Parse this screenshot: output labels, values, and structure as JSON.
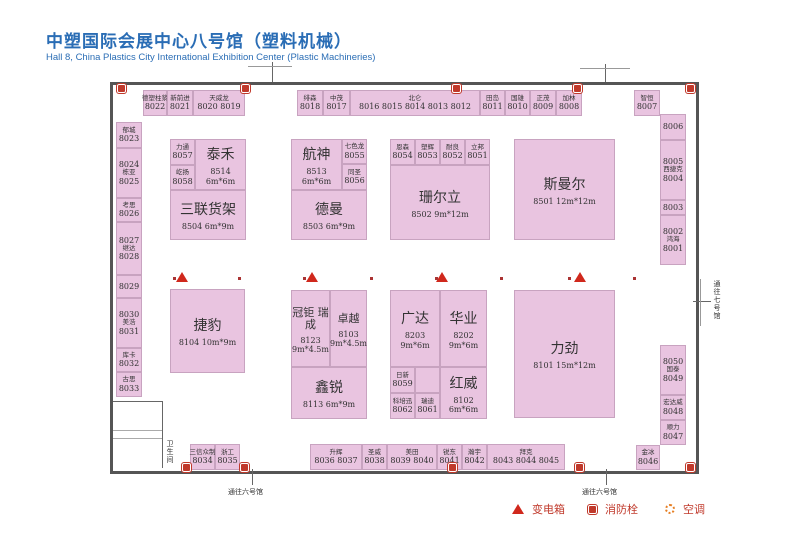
{
  "header": {
    "title": "中塑国际会展中心八号馆（塑料机械）",
    "subtitle": "Hall 8, China Plastics City International Exhibition Center (Plastic Machineries)"
  },
  "booths": [
    {
      "lines": [
        "德塑柱浆",
        "8022"
      ]
    },
    {
      "lines": [
        "新前进",
        "8021"
      ]
    },
    {
      "lines": [
        "天威龙",
        "8020 8019"
      ]
    },
    {
      "lines": [
        "绯森",
        "8018"
      ]
    },
    {
      "lines": [
        "中茂",
        "8017"
      ]
    },
    {
      "lines": [
        "北仑",
        "8016 8015 8014 8013 8012"
      ]
    },
    {
      "lines": [
        "田岛",
        "8011"
      ]
    },
    {
      "lines": [
        "国雄",
        "8010"
      ]
    },
    {
      "lines": [
        "正茂",
        "8009"
      ]
    },
    {
      "lines": [
        "加林",
        "8008"
      ]
    },
    {
      "lines": [
        "智恒",
        "8007"
      ]
    },
    {
      "lines": [
        "8006"
      ]
    },
    {
      "lines": [
        "8005",
        "西捷克",
        "8004"
      ]
    },
    {
      "lines": [
        "8003"
      ]
    },
    {
      "lines": [
        "8002",
        "鸿海",
        "8001"
      ]
    },
    {
      "lines": [
        "郁城",
        "8023"
      ]
    },
    {
      "lines": [
        "8024",
        "栋亚",
        "8025"
      ]
    },
    {
      "lines": [
        "考思",
        "8026"
      ]
    },
    {
      "lines": [
        "8027",
        "继达",
        "8028"
      ]
    },
    {
      "lines": [
        "8029"
      ]
    },
    {
      "lines": [
        "8030",
        "美浩",
        "8031"
      ]
    },
    {
      "lines": [
        "库卡",
        "8032"
      ]
    },
    {
      "lines": [
        "古思",
        "8033"
      ]
    },
    {
      "lines": [
        "力通",
        "8057"
      ]
    },
    {
      "lines": [
        "屹扬",
        "8058"
      ]
    },
    {
      "title": "泰禾",
      "lines": [
        "8514",
        "6m*6m"
      ]
    },
    {
      "title": "三联货架",
      "lines": [
        "8504  6m*9m"
      ]
    },
    {
      "title": "航神",
      "lines": [
        "8513",
        "6m*6m"
      ]
    },
    {
      "lines": [
        "七色龙",
        "8055"
      ]
    },
    {
      "lines": [
        "同圣",
        "8056"
      ]
    },
    {
      "title": "德曼",
      "lines": [
        "8503  6m*9m"
      ]
    },
    {
      "lines": [
        "恩森",
        "8054"
      ]
    },
    {
      "lines": [
        "塑辉",
        "8053"
      ]
    },
    {
      "lines": [
        "耐良",
        "8052"
      ]
    },
    {
      "lines": [
        "立邦",
        "8051"
      ]
    },
    {
      "title": "珊尔立",
      "lines": [
        "8502 9m*12m"
      ]
    },
    {
      "title": "斯曼尔",
      "lines": [
        "8501  12m*12m"
      ]
    },
    {
      "title": "捷豹",
      "lines": [
        "8104  10m*9m"
      ]
    },
    {
      "title": "冠钜 瑞成",
      "lines": [
        "8123",
        "9m*4.5m"
      ]
    },
    {
      "title": "卓越",
      "lines": [
        "8103",
        "9m*4.5m"
      ]
    },
    {
      "title": "鑫锐",
      "lines": [
        "8113  6m*9m"
      ]
    },
    {
      "title": "广达",
      "lines": [
        "8203",
        "9m*6m"
      ]
    },
    {
      "title": "华业",
      "lines": [
        "8202",
        "9m*6m"
      ]
    },
    {
      "lines": [
        "日新",
        "8059"
      ]
    },
    {
      "lines": [
        ""
      ]
    },
    {
      "title": "红威",
      "lines": [
        "8102",
        "6m*6m"
      ]
    },
    {
      "lines": [
        "科培迅",
        "8062"
      ]
    },
    {
      "lines": [
        "瑞迪",
        "8061"
      ]
    },
    {
      "title": "力劲",
      "lines": [
        "8101  15m*12m"
      ]
    },
    {
      "lines": [
        "8050",
        "国泰",
        "8049"
      ]
    },
    {
      "lines": [
        "宏达威",
        "8048"
      ]
    },
    {
      "lines": [
        "顺力",
        "8047"
      ]
    },
    {
      "lines": [
        "金冰",
        "8046"
      ]
    },
    {
      "lines": [
        "三信众制",
        "8034"
      ]
    },
    {
      "lines": [
        "浙工",
        "8035"
      ]
    },
    {
      "lines": [
        "升辉",
        "8036 8037"
      ]
    },
    {
      "lines": [
        "圣威",
        "8038"
      ]
    },
    {
      "lines": [
        "美田",
        "8039 8040"
      ]
    },
    {
      "lines": [
        "锐东",
        "8041"
      ]
    },
    {
      "lines": [
        "瀚宇",
        "8042"
      ]
    },
    {
      "lines": [
        "拜克",
        "8043 8044 8045"
      ]
    }
  ],
  "restroom": "卫生间",
  "exits": {
    "hall6_left": "通往六号馆",
    "hall6_right": "通往六号馆",
    "hall7": "通往七号馆"
  },
  "legend": {
    "transformer": "变电箱",
    "hydrant": "消防栓",
    "ac": "空调"
  },
  "colors": {
    "title": "#2a6db5",
    "booth": "#e9c4e0",
    "icon": "#c0392b"
  }
}
